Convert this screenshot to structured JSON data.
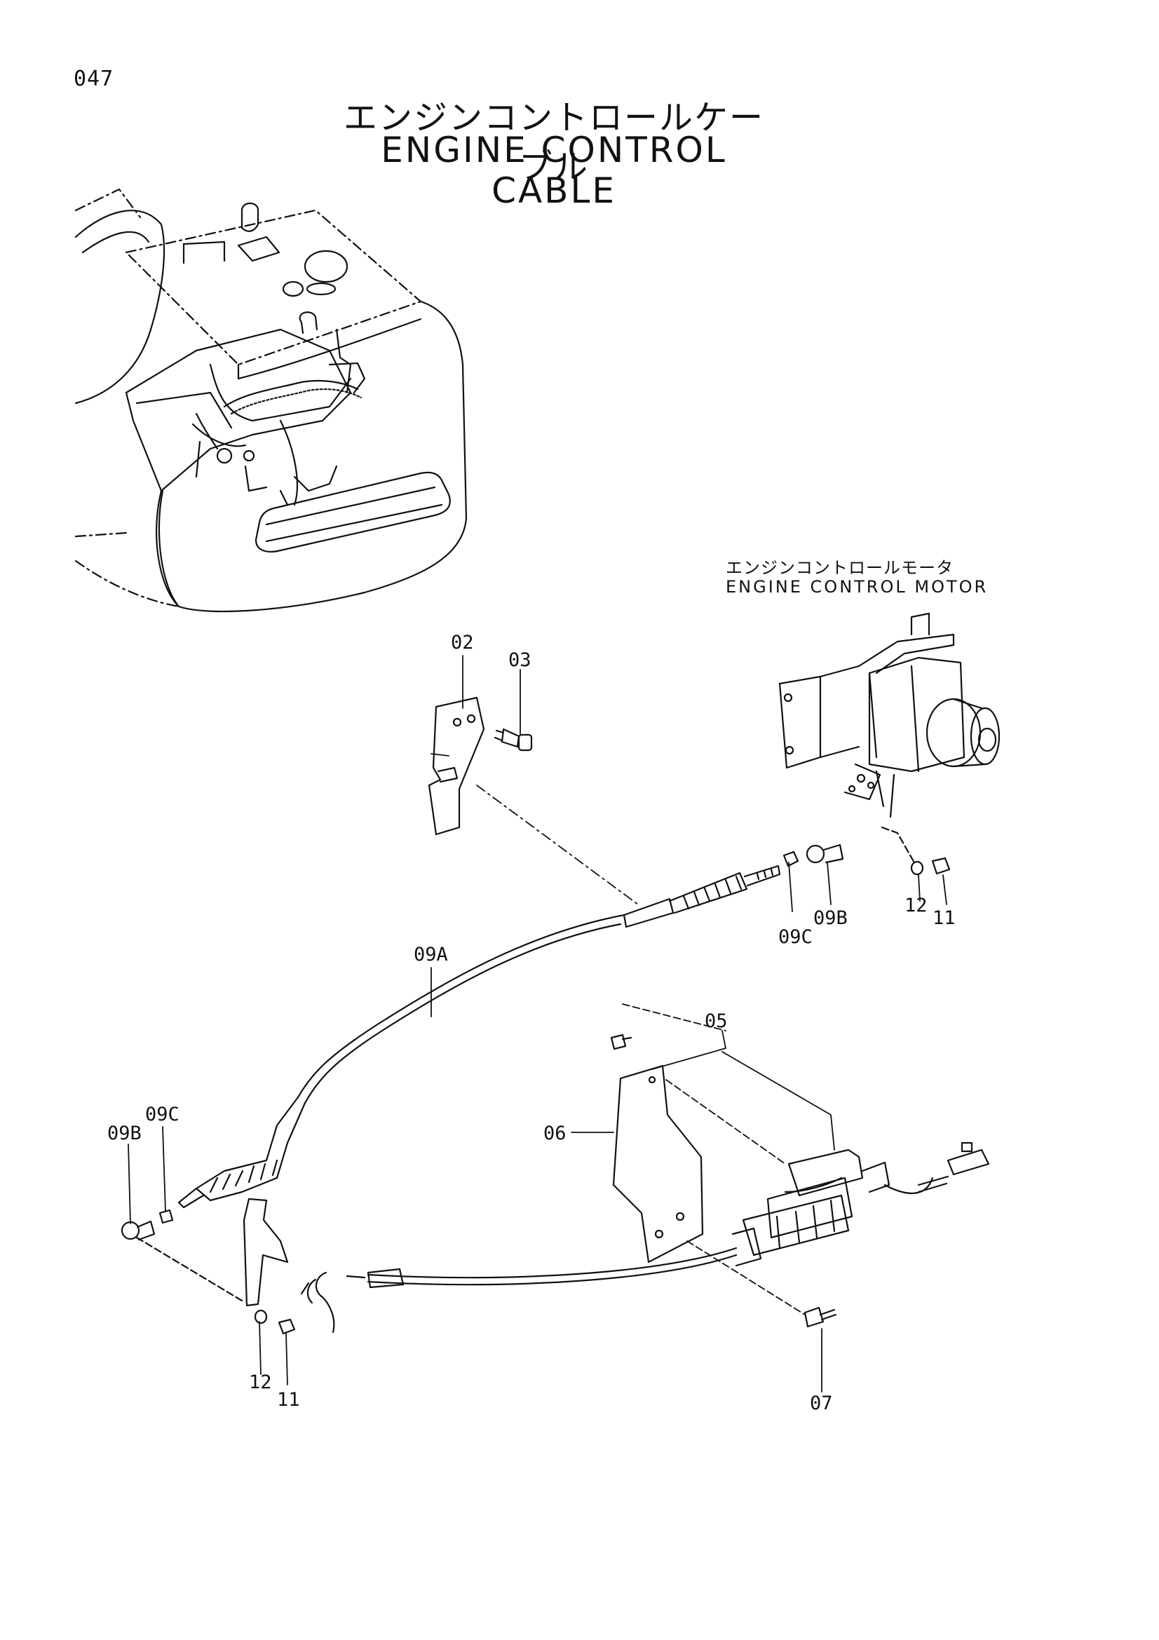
{
  "page": {
    "number": "047"
  },
  "title": {
    "japanese": "エンジンコントロールケーブル",
    "english": "ENGINE CONTROL CABLE"
  },
  "labels": {
    "motor_japanese": "エンジンコントロールモータ",
    "motor_english": "ENGINE CONTROL MOTOR"
  },
  "callouts": {
    "bracket_upper": "02",
    "bolt_upper": "03",
    "bracket_large": "05",
    "plate": "06",
    "bolt_lower": "07",
    "cable": "09A",
    "ball_joint_right": "09B",
    "nut_right": "09C",
    "ball_joint_left": "09B",
    "nut_left": "09C",
    "washer_right": "12",
    "locknut_right": "11",
    "washer_left": "12",
    "locknut_left": "11"
  }
}
